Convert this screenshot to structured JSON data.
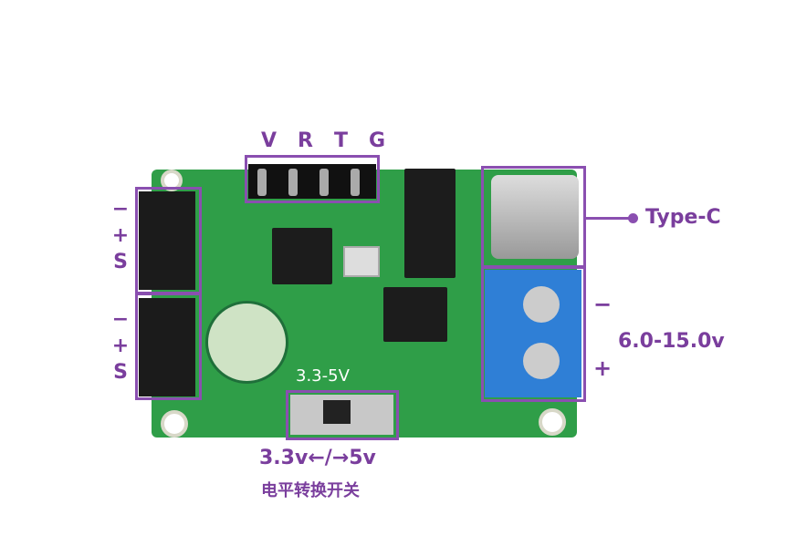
{
  "header_pins": [
    "V",
    "R",
    "T",
    "G"
  ],
  "left_connector_top": [
    "−",
    "+",
    "S"
  ],
  "left_connector_bottom": [
    "−",
    "+",
    "S"
  ],
  "type_c_label": "Type-C",
  "power_polarity": {
    "minus": "−",
    "plus": "+"
  },
  "voltage_range": "6.0-15.0v",
  "switch_silkscreen": "3.3-5V",
  "switch_label": "3.3v←/→5v",
  "switch_caption": "电平转换开关",
  "colors": {
    "annotation": "#7a3e9d",
    "pcb": "#2f9e48",
    "terminal": "#2f7fd6"
  }
}
